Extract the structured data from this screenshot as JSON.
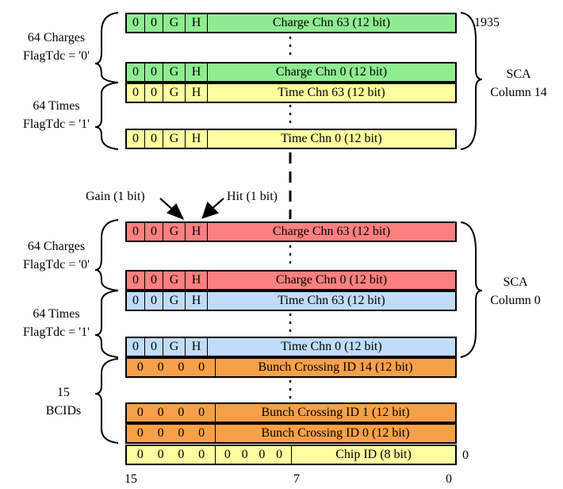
{
  "colors": {
    "green": "#90ec90",
    "yellow": "#fefea0",
    "red": "#ff8080",
    "blue": "#c0dcf8",
    "orange": "#f8a048"
  },
  "sca14": {
    "rows": [
      {
        "b1": "0",
        "b2": "0",
        "g": "G",
        "h": "H",
        "label": "Charge Chn 63 (12 bit)",
        "color": "green"
      },
      {
        "b1": "0",
        "b2": "0",
        "g": "G",
        "h": "H",
        "label": "Charge Chn 0 (12 bit)",
        "color": "green"
      },
      {
        "b1": "0",
        "b2": "0",
        "g": "G",
        "h": "H",
        "label": "Time Chn 63 (12 bit)",
        "color": "yellow"
      },
      {
        "b1": "0",
        "b2": "0",
        "g": "G",
        "h": "H",
        "label": "Time Chn 0 (12 bit)",
        "color": "yellow"
      }
    ],
    "group_charges": [
      "64 Charges",
      "FlagTdc = '0'"
    ],
    "group_times": [
      "64 Times",
      "FlagTdc = '1'"
    ],
    "right_label": [
      "SCA",
      "Column 14"
    ],
    "index_label": "1935"
  },
  "annotations": {
    "gain": "Gain (1 bit)",
    "hit": "Hit (1 bit)"
  },
  "sca0": {
    "rows": [
      {
        "b1": "0",
        "b2": "0",
        "g": "G",
        "h": "H",
        "label": "Charge Chn 63 (12 bit)",
        "color": "red"
      },
      {
        "b1": "0",
        "b2": "0",
        "g": "G",
        "h": "H",
        "label": "Charge Chn 0 (12 bit)",
        "color": "red"
      },
      {
        "b1": "0",
        "b2": "0",
        "g": "G",
        "h": "H",
        "label": "Time Chn 63 (12 bit)",
        "color": "blue"
      },
      {
        "b1": "0",
        "b2": "0",
        "g": "G",
        "h": "H",
        "label": "Time Chn 0 (12 bit)",
        "color": "blue"
      }
    ],
    "group_charges": [
      "64 Charges",
      "FlagTdc = '0'"
    ],
    "group_times": [
      "64 Times",
      "FlagTdc = '1'"
    ],
    "right_label": [
      "SCA",
      "Column 0"
    ]
  },
  "bcid": {
    "rows": [
      {
        "bits": [
          "0",
          "0",
          "0",
          "0"
        ],
        "label": "Bunch Crossing ID 14 (12 bit)"
      },
      {
        "bits": [
          "0",
          "0",
          "0",
          "0"
        ],
        "label": "Bunch Crossing ID 1 (12 bit)"
      },
      {
        "bits": [
          "0",
          "0",
          "0",
          "0"
        ],
        "label": "Bunch Crossing ID 0 (12 bit)"
      }
    ],
    "group_label": [
      "15",
      "BCIDs"
    ]
  },
  "chip": {
    "bits_a": [
      "0",
      "0",
      "0",
      "0"
    ],
    "bits_b": [
      "0",
      "0",
      "0",
      "0"
    ],
    "label": "Chip ID (8 bit)",
    "index_label": "0"
  },
  "bit_axis": [
    "15",
    "7",
    "0"
  ]
}
